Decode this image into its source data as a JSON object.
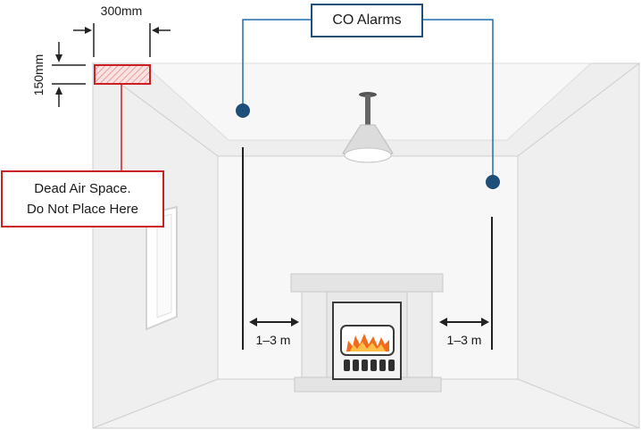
{
  "labels": {
    "width_dim": "300mm",
    "height_dim": "150mm",
    "co_alarms": "CO Alarms",
    "dead_air_line1": "Dead Air Space.",
    "dead_air_line2": "Do Not Place Here",
    "distance_left": "1–3 m",
    "distance_right": "1–3 m"
  },
  "colors": {
    "co_accent": "#1f4e79",
    "dead_air_accent": "#cc1f24",
    "room_wall": "#f2f2f2",
    "room_ceiling": "#ececec",
    "flame": "#f26b1d"
  },
  "icons": [
    "alarm-dot-icon",
    "ceiling-lamp-icon",
    "fireplace-icon",
    "double-arrow-icon"
  ]
}
